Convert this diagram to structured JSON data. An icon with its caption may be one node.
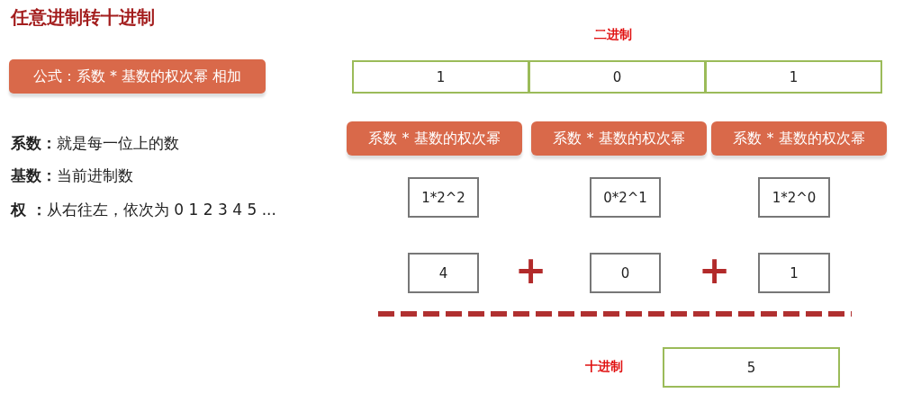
{
  "diagram": {
    "title": "任意进制转十进制",
    "nodes": [
      {
        "text": [
          "公式：系数 * 基数的权次幂 相加"
        ]
      },
      {
        "text": [
          "1"
        ]
      },
      {
        "text": [
          "0"
        ]
      },
      {
        "text": [
          "1"
        ]
      },
      {
        "text": [
          "系数 * 基数的权次幂"
        ]
      },
      {
        "text": [
          "系数 * 基数的权次幂"
        ]
      },
      {
        "text": [
          "系数 * 基数的权次幂"
        ]
      },
      {
        "text": [
          "1*2^2"
        ]
      },
      {
        "text": [
          "0*2^1"
        ]
      },
      {
        "text": [
          "1*2^0"
        ]
      },
      {
        "text": [
          "4"
        ]
      },
      {
        "text": [
          "0"
        ]
      },
      {
        "text": [
          "1"
        ]
      },
      {
        "text": [
          "5"
        ],
        "beside": [
          "十进制"
        ]
      }
    ],
    "labels": [
      "二进制",
      "**系数：**就是每一位上的数",
      "**基数：**当前进制数",
      "**权  ：**从右往左，依次为 0 1 2 3 4 5 ...",
      "+",
      "+"
    ]
  }
}
